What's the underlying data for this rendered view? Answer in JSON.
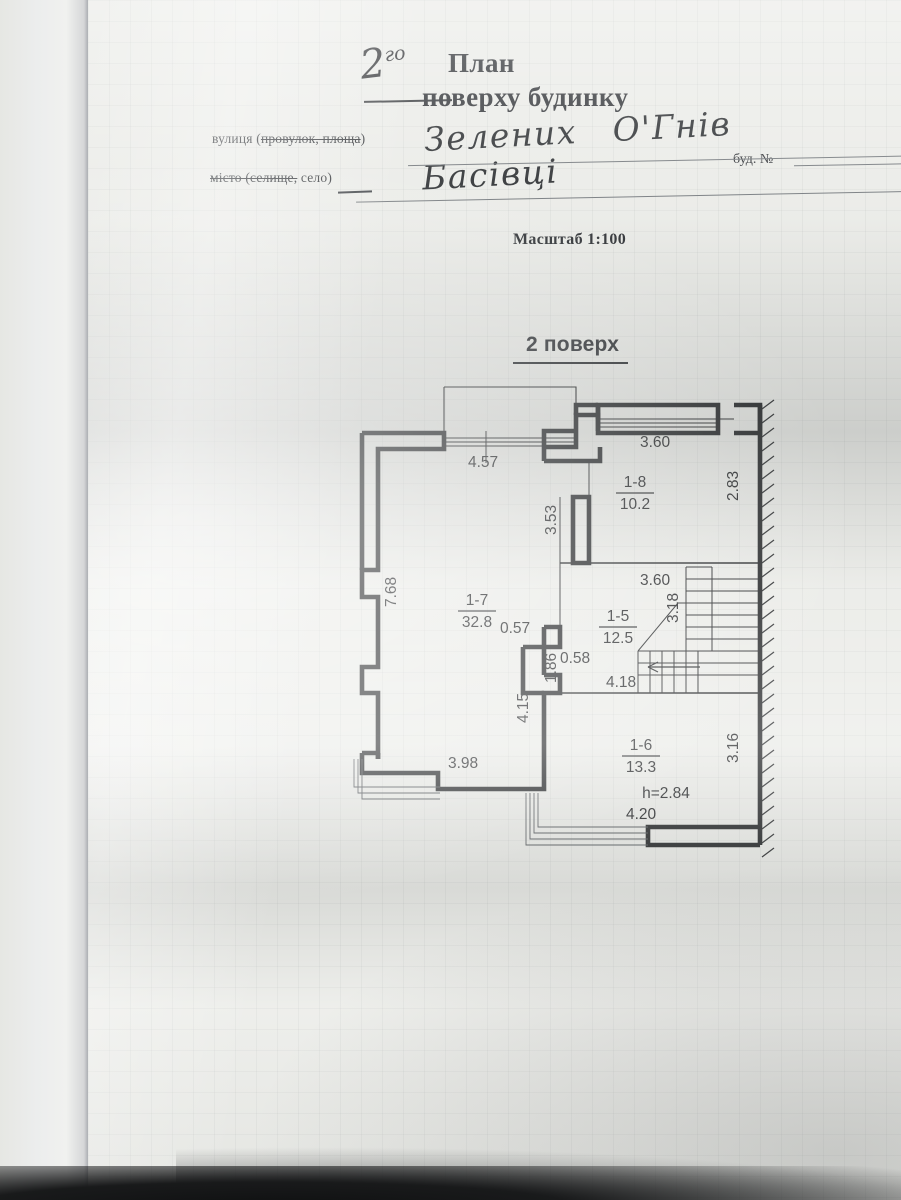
{
  "document": {
    "title_line1": "План",
    "title_line2": "поверху будинку",
    "handwritten_floor": "2",
    "handwritten_floor_sup": "го",
    "label_street": "вулиця (провулок, площа)",
    "label_street_strike": "провулок, площа",
    "label_city": "місто (селище, село)",
    "label_house_no": "буд. №",
    "handwritten_street": "Зелених",
    "handwritten_street2": "О'Гнів",
    "handwritten_city": "Басівці",
    "scale": "Масштаб 1:100",
    "floor_caption": "2 поверх"
  },
  "plan": {
    "rooms": [
      {
        "id": "1-8",
        "area": "10.2"
      },
      {
        "id": "1-5",
        "area": "12.5"
      },
      {
        "id": "1-6",
        "area": "13.3"
      },
      {
        "id": "1-7",
        "area": "32.8"
      }
    ],
    "ceiling_height": "h=2.84",
    "dimensions": {
      "top_left": "4.57",
      "top_right": "3.60",
      "right_upper": "2.83",
      "mid_right": "3.60",
      "stair_width": "3.18",
      "vert_3_53": "3.53",
      "small_0_57": "0.57",
      "small_0_58": "0.58",
      "small_1_86": "1.86",
      "vert_4_15": "4.15",
      "horiz_4_18": "4.18",
      "left_7_68": "7.68",
      "bottom_3_98": "3.98",
      "right_lower_3_16": "3.16",
      "bottom_4_20": "4.20"
    }
  },
  "colors": {
    "paper": "#e9eae6",
    "ink": "#16181a",
    "rule": "#6d7276"
  }
}
